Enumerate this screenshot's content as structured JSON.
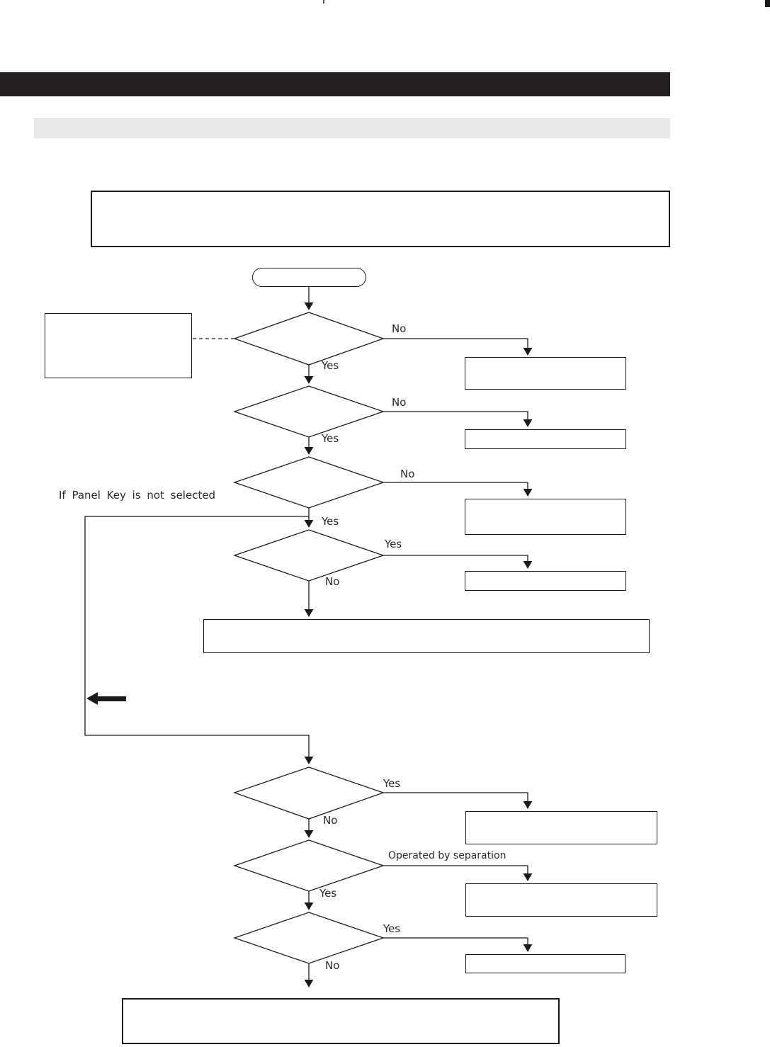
{
  "page": {
    "background": "#ffffff",
    "header_bar_color": "#231f20",
    "subsection_bar_color": "#e8e8e8",
    "line_color": "#1a1a1a"
  },
  "flowchart": {
    "note_panel_key": "If Panel Key is not selected",
    "labels": {
      "d1_no": "No",
      "d1_yes": "Yes",
      "d2_no": "No",
      "d2_yes": "Yes",
      "d3_no": "No",
      "d3_yes": "Yes",
      "d4_yes": "Yes",
      "d4_no": "No",
      "d5_yes": "Yes",
      "d5_no": "No",
      "d6_branch": "Operated by separation",
      "d6_yes": "Yes",
      "d7_yes": "Yes",
      "d7_no": "No"
    }
  }
}
